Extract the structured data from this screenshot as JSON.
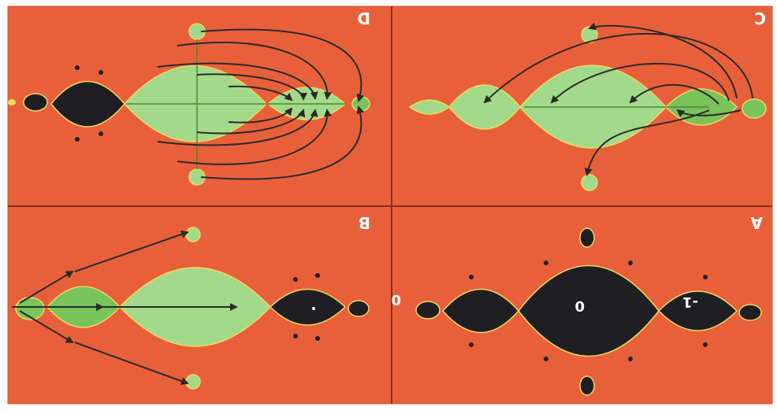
{
  "panels": [
    {
      "id": "D",
      "label": "D"
    },
    {
      "id": "C",
      "label": "C"
    },
    {
      "id": "B",
      "label": "B"
    },
    {
      "id": "A",
      "label": "A"
    }
  ],
  "point_labels": {
    "a_left": "0",
    "a_mid": "0",
    "a_right": "-1"
  },
  "colors": {
    "background": "#e8603a",
    "light_green": "#a3d98a",
    "green": "#78c35a",
    "black": "#1f1f23",
    "yellow_edge": "#f0d860",
    "divider": "#8a2d1f",
    "arrow": "#2a2a2a"
  }
}
